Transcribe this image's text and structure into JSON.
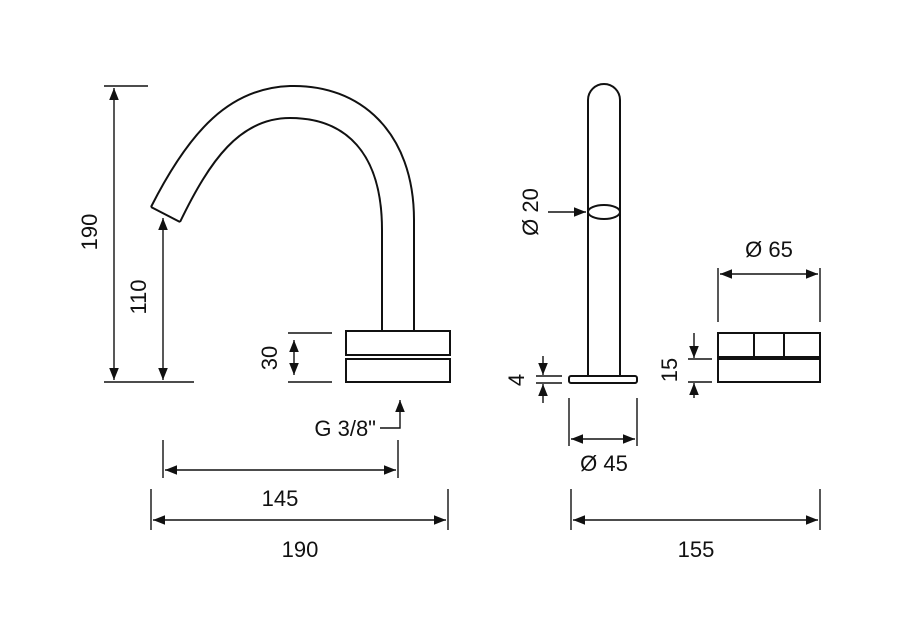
{
  "dimensions": {
    "total_height": "190",
    "spout_height": "110",
    "base_height": "30",
    "connection": "G 3/8\"",
    "spout_reach": "145",
    "total_length": "190",
    "spout_diameter": "Ø 20",
    "plate_thickness": "4",
    "plate_diameter": "Ø 45",
    "handle_diameter": "Ø 65",
    "handle_height": "15",
    "center_distance": "155"
  }
}
